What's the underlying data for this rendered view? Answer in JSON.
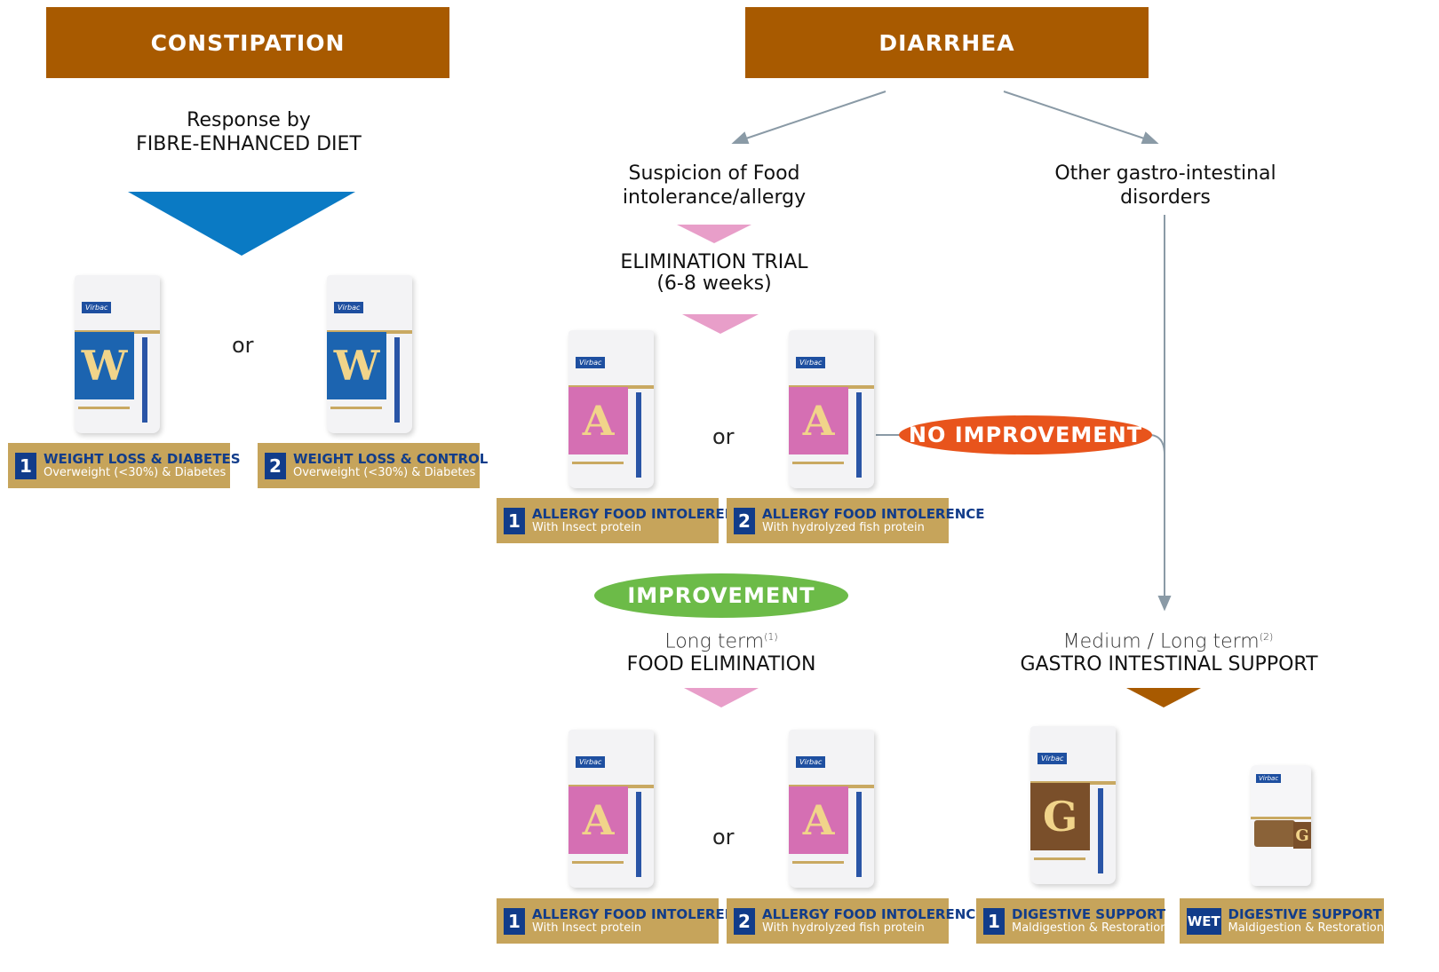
{
  "colors": {
    "header_brown": "#a85a00",
    "blue_triangle": "#0a7ac4",
    "pink_triangle": "#e89ec9",
    "brown_triangle": "#a85a00",
    "no_improvement": "#e8541c",
    "improvement": "#6cbb48",
    "label_gold": "#c6a45b",
    "label_blue": "#113c8a",
    "arrow_gray": "#8a9aa6"
  },
  "constipation": {
    "header": "CONSTIPATION",
    "response_line1": "Response by",
    "response_line2": "FIBRE-ENHANCED DIET",
    "or": "or",
    "products": [
      {
        "num": "1",
        "title": "WEIGHT LOSS & DIABETES",
        "subtitle": "Overweight (<30%) & Diabetes",
        "letter": "W",
        "band": "#1c64b0"
      },
      {
        "num": "2",
        "title": "WEIGHT LOSS & CONTROL",
        "subtitle": "Overweight (<30%) & Diabetes",
        "letter": "W",
        "band": "#1c64b0"
      }
    ]
  },
  "diarrhea": {
    "header": "DIARRHEA",
    "branch_left_line1": "Suspicion of Food",
    "branch_left_line2": "intolerance/allergy",
    "branch_right_line1": "Other gastro-intestinal",
    "branch_right_line2": "disorders",
    "elimination_line1": "ELIMINATION TRIAL",
    "elimination_line2": "(6-8 weeks)",
    "or": "or",
    "no_improvement": "NO IMPROVEMENT",
    "improvement": "IMPROVEMENT",
    "long_term": "Long term",
    "long_term_ref": "(1)",
    "food_elimination": "FOOD ELIMINATION",
    "medium_long_term": "Medium / Long term",
    "medium_long_term_ref": "(2)",
    "gastro_support": "GASTRO INTESTINAL SUPPORT",
    "trial_products": [
      {
        "num": "1",
        "title": "ALLERGY FOOD INTOLERENCE",
        "subtitle": "With Insect protein",
        "letter": "A",
        "band": "#d56fb3"
      },
      {
        "num": "2",
        "title": "ALLERGY FOOD INTOLERENCE",
        "subtitle": "With hydrolyzed fish protein",
        "letter": "A",
        "band": "#d56fb3"
      }
    ],
    "longterm_products": [
      {
        "num": "1",
        "title": "ALLERGY FOOD INTOLERENCE",
        "subtitle": "With Insect protein",
        "letter": "A",
        "band": "#d56fb3"
      },
      {
        "num": "2",
        "title": "ALLERGY FOOD INTOLERENCE",
        "subtitle": "With hydrolyzed fish protein",
        "letter": "A",
        "band": "#d56fb3"
      }
    ],
    "gi_products": [
      {
        "num": "1",
        "title": "DIGESTIVE SUPPORT",
        "subtitle": "Maldigestion & Restoration",
        "letter": "G",
        "band": "#7a4f2a"
      },
      {
        "num": "WET",
        "title": "DIGESTIVE SUPPORT",
        "subtitle": "Maldigestion & Restoration",
        "letter": "G",
        "band": "#7a4f2a"
      }
    ]
  }
}
